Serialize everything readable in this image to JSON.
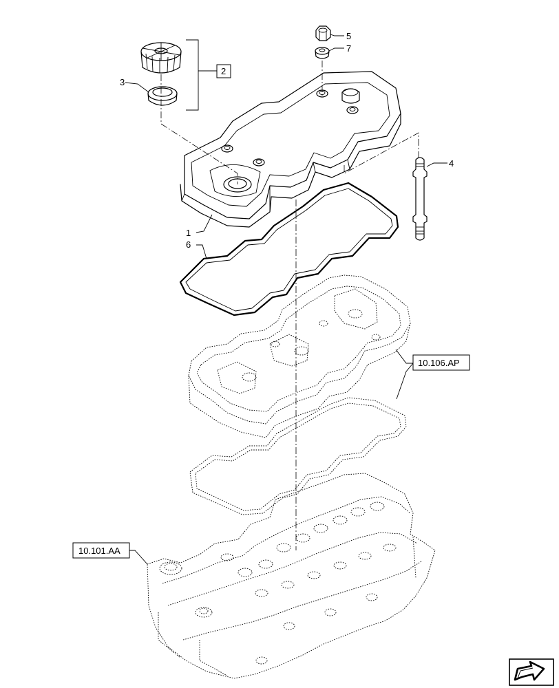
{
  "callouts": {
    "c1": "1",
    "c2": "2",
    "c3": "3",
    "c4": "4",
    "c5": "5",
    "c6": "6",
    "c7": "7"
  },
  "references": {
    "gasket_ref": "10.106.AP",
    "head_ref": "10.101.AA"
  },
  "icons": {
    "nav": "next-page-arrow-icon"
  }
}
